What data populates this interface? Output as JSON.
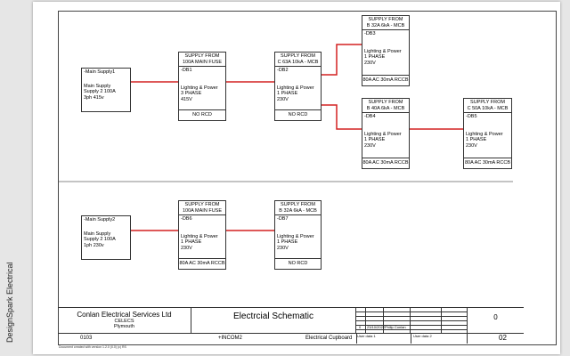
{
  "side_label": "DesignSpark Electrical",
  "supplies": [
    {
      "id": "-Main Supply1",
      "lines": [
        "Main Supply",
        "Supply 2 100A",
        "3ph 415v"
      ]
    },
    {
      "id": "-Main Supply2",
      "lines": [
        "Main Supply",
        "Supply 2 100A",
        "1ph 230v"
      ]
    }
  ],
  "boards": [
    {
      "hdr": [
        "SUPPLY FROM",
        "100A MAIN FUSE"
      ],
      "id": "-DB1",
      "lines": [
        "Lighting & Power",
        "3 PHASE",
        "415V"
      ],
      "foot": "NO RCD"
    },
    {
      "hdr": [
        "SUPPLY FROM",
        "C 63A 10kA - MCB"
      ],
      "id": "-DB2",
      "lines": [
        "Lighting & Power",
        "1 PHASE",
        "230V"
      ],
      "foot": "NO RCD"
    },
    {
      "hdr": [
        "SUPPLY FROM",
        "B 32A 6kA - MCB"
      ],
      "id": "-DB3",
      "lines": [
        "Lighting & Power",
        "1 PHASE",
        "230V"
      ],
      "foot": "80A AC 30mA RCCB"
    },
    {
      "hdr": [
        "SUPPLY FROM",
        "B 40A 6kA - MCB"
      ],
      "id": "-DB4",
      "lines": [
        "Lighting & Power",
        "1 PHASE",
        "230V"
      ],
      "foot": "80A AC 30mA RCCB"
    },
    {
      "hdr": [
        "SUPPLY FROM",
        "C 50A 10kA - MCB"
      ],
      "id": "-DB5",
      "lines": [
        "Lighting & Power",
        "1 PHASE",
        "230V"
      ],
      "foot": "80A AC 30mA RCCB"
    },
    {
      "hdr": [
        "SUPPLY FROM",
        "100A MAIN FUSE"
      ],
      "id": "-DB6",
      "lines": [
        "Lighting & Power",
        "1 PHASE",
        "230V"
      ],
      "foot": "80A AC 30mA RCCB"
    },
    {
      "hdr": [
        "SUPPLY FROM",
        "B 32A 6kA - MCB"
      ],
      "id": "-DB7",
      "lines": [
        "Lighting & Power",
        "1 PHASE",
        "230V"
      ],
      "foot": "NO RCD"
    }
  ],
  "title_block": {
    "company": "Conlan Electrical Services Ltd",
    "client": "CELECS",
    "town": "Plymouth",
    "title": "Electrcial Schematic",
    "rev_index": "0",
    "rev_date": "23/10/2022",
    "rev_by": "Philip Conlan",
    "user_data_1": "User data 1",
    "user_data_2": "User data 2",
    "project_no": "0103",
    "location": "+INCOM2",
    "description": "Electrical Cupboard",
    "rev": "0",
    "sheet": "02",
    "footnote": "Document created with version 1.2.0 (0.0) (c) RS"
  },
  "colors": {
    "wire": "#d42020",
    "line": "#333333"
  }
}
